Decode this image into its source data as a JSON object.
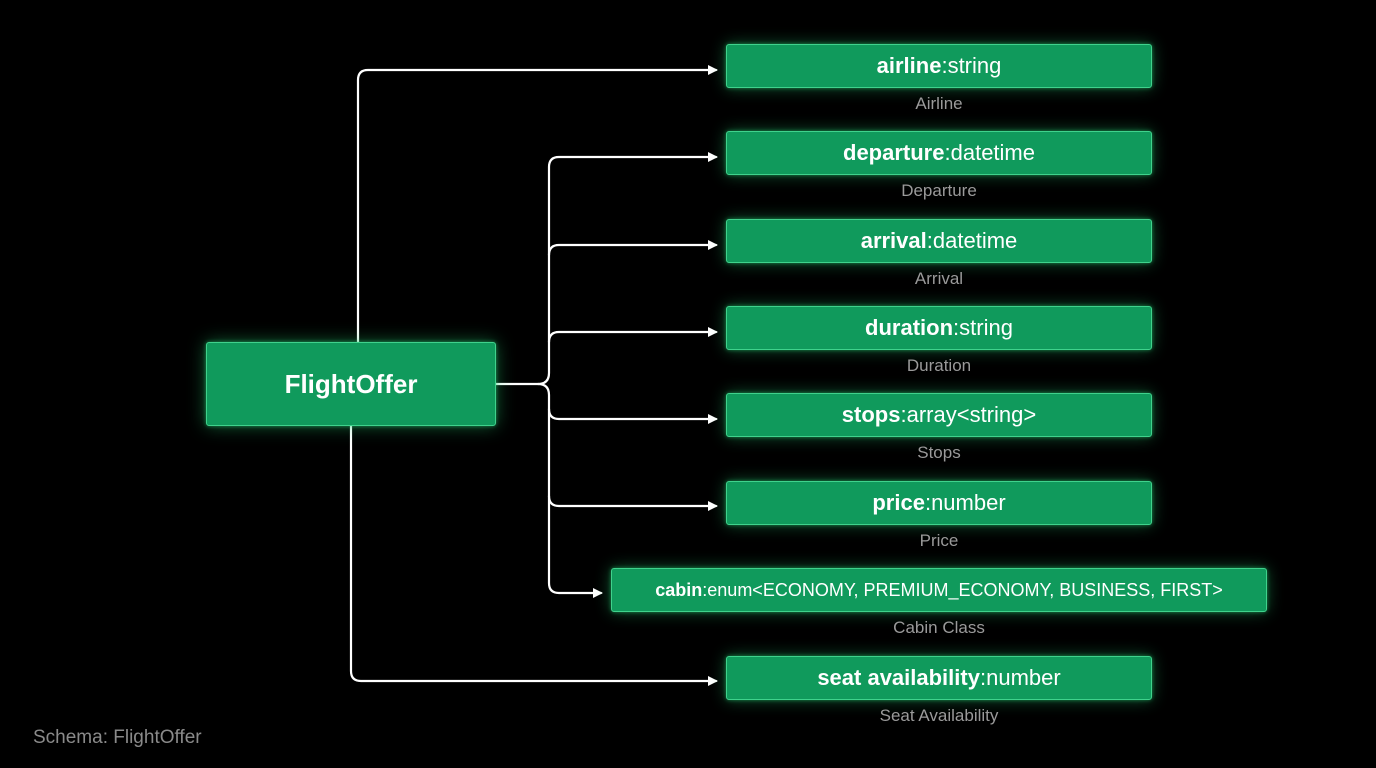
{
  "diagram": {
    "root": {
      "label": "FlightOffer"
    },
    "fields": [
      {
        "name": "airline",
        "type": "string",
        "caption": "Airline"
      },
      {
        "name": "departure",
        "type": "datetime",
        "caption": "Departure"
      },
      {
        "name": "arrival",
        "type": "datetime",
        "caption": "Arrival"
      },
      {
        "name": "duration",
        "type": "string",
        "caption": "Duration"
      },
      {
        "name": "stops",
        "type": "array<string>",
        "caption": "Stops"
      },
      {
        "name": "price",
        "type": "number",
        "caption": "Price"
      },
      {
        "name": "cabin",
        "type": "enum<ECONOMY, PREMIUM_ECONOMY, BUSINESS, FIRST>",
        "caption": "Cabin Class"
      },
      {
        "name": "seat availability",
        "type": "number",
        "caption": "Seat Availability"
      }
    ],
    "separator": ": ",
    "colors": {
      "box_fill": "#109a5c",
      "box_border": "#3fd28c",
      "connector": "#ffffff",
      "caption": "#9a9a9a",
      "background": "#000000"
    }
  },
  "footer": {
    "label": "Schema: FlightOffer"
  }
}
